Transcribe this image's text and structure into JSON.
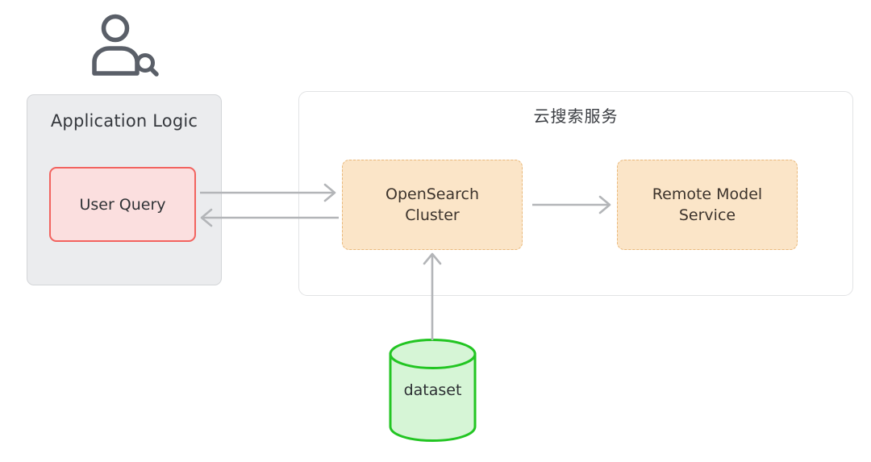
{
  "diagram": {
    "title": "云搜索服务",
    "icon": "user-search-icon",
    "actor": {
      "name": "user-search-icon"
    },
    "nodes": {
      "app_logic": {
        "label": "Application Logic",
        "fill": "#ebecee",
        "stroke": "#d3d5d8"
      },
      "user_query": {
        "label": "User Query",
        "fill": "#fbdfdf",
        "stroke": "#f2635f"
      },
      "cloud_service": {
        "label": "云搜索服务",
        "fill": "#ffffff",
        "stroke": "#e2e3e5"
      },
      "opensearch_cluster": {
        "line1": "OpenSearch",
        "line2": "Cluster",
        "fill": "#fbe5c8",
        "stroke": "#e9b87a"
      },
      "remote_model_service": {
        "line1": "Remote Model",
        "line2": "Service",
        "fill": "#fbe5c8",
        "stroke": "#e9b87a"
      },
      "dataset": {
        "label": "dataset",
        "fill": "#d6f5d6",
        "stroke": "#22c522"
      }
    },
    "edges": [
      {
        "name": "user-query-to-opensearch",
        "from": "User Query",
        "to": "OpenSearch Cluster",
        "direction": "right",
        "color": "#b3b5b8"
      },
      {
        "name": "opensearch-to-user-query",
        "from": "OpenSearch Cluster",
        "to": "User Query",
        "direction": "left",
        "color": "#b3b5b8"
      },
      {
        "name": "opensearch-to-remote-model",
        "from": "OpenSearch Cluster",
        "to": "Remote Model Service",
        "direction": "right",
        "color": "#b3b5b8"
      },
      {
        "name": "dataset-to-opensearch",
        "from": "dataset",
        "to": "OpenSearch Cluster",
        "direction": "up",
        "color": "#b3b5b8"
      }
    ]
  }
}
